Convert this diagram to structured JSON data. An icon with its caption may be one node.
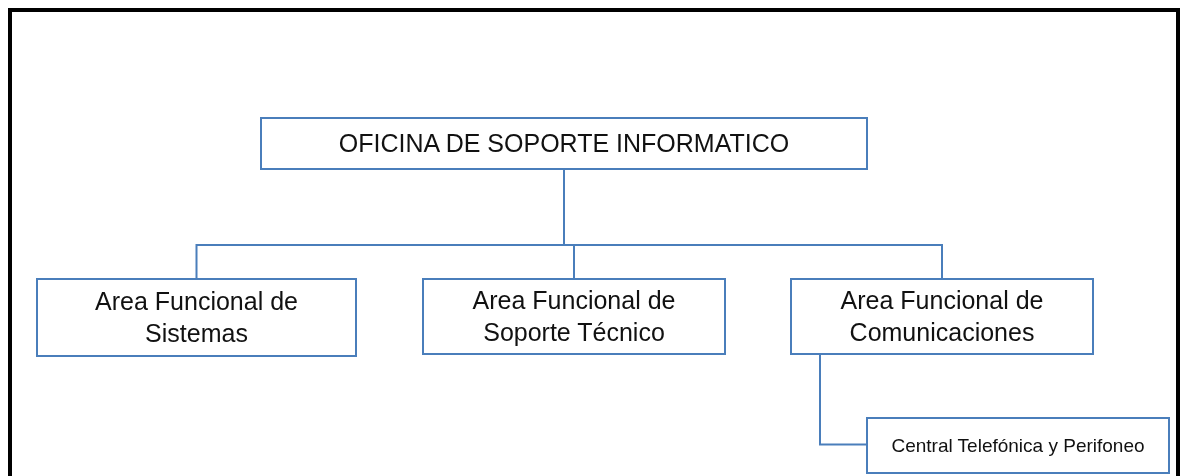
{
  "diagram": {
    "nodes": [
      {
        "text": [
          "OFICINA DE SOPORTE INFORMATICO"
        ]
      },
      {
        "text": [
          "Area Funcional de Sistemas"
        ]
      },
      {
        "text": [
          "Area Funcional de Soporte Técnico"
        ]
      },
      {
        "text": [
          "Area Funcional de Comunicaciones"
        ]
      },
      {
        "text": [
          "Central Telefónica y Perifoneo"
        ]
      }
    ],
    "edges": [
      {
        "from": 0,
        "to": 1,
        "arrow": "none"
      },
      {
        "from": 0,
        "to": 2,
        "arrow": "none"
      },
      {
        "from": 0,
        "to": 3,
        "arrow": "none"
      },
      {
        "from": 3,
        "to": 4,
        "arrow": "none"
      }
    ]
  }
}
